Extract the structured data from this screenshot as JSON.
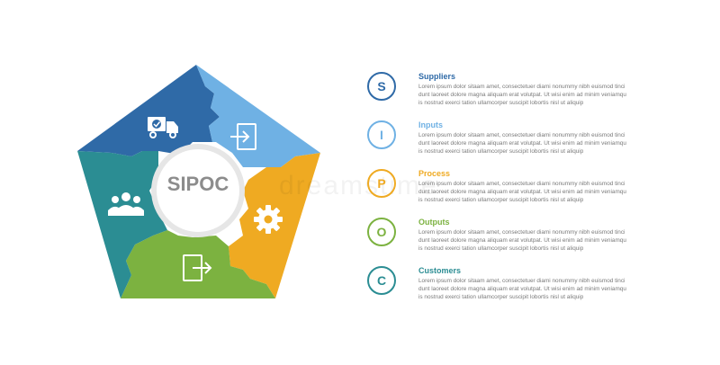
{
  "diagram": {
    "center_label": "SIPOC",
    "segments": [
      {
        "name": "suppliers",
        "color": "#2f6aa7",
        "icon": "delivery-truck-icon"
      },
      {
        "name": "inputs",
        "color": "#6fb1e4",
        "icon": "login-door-icon"
      },
      {
        "name": "process",
        "color": "#efaa22",
        "icon": "gear-icon"
      },
      {
        "name": "outputs",
        "color": "#7cb240",
        "icon": "logout-door-icon"
      },
      {
        "name": "customers",
        "color": "#2b8d93",
        "icon": "users-group-icon"
      }
    ]
  },
  "legend": [
    {
      "letter": "S",
      "title": "Suppliers",
      "color": "#2f6aa7",
      "lines": [
        "Lorem ipsum dolor sitaam amet, consectetuer diami nonummy  nibh euismod tinci",
        "dunt laoreet dolore magna aliquam erat volutpat.  Ut wisi enim ad minim veniamqu",
        "is nostrud exerci tation ullamcorper suscipit lobortis nisl ut aliquip"
      ]
    },
    {
      "letter": "I",
      "title": "Inputs",
      "color": "#6fb1e4",
      "lines": [
        "Lorem ipsum dolor sitaam amet, consectetuer diami nonummy  nibh euismod tinci",
        "dunt laoreet dolore magna aliquam erat volutpat.  Ut wisi enim ad minim veniamqu",
        "is nostrud exerci tation ullamcorper suscipit lobortis nisl ut aliquip"
      ]
    },
    {
      "letter": "P",
      "title": "Process",
      "color": "#efaa22",
      "lines": [
        "Lorem ipsum dolor sitaam amet, consectetuer diami nonummy  nibh euismod tinci",
        "dunt laoreet dolore magna aliquam erat volutpat.  Ut wisi enim ad minim veniamqu",
        "is nostrud exerci tation ullamcorper suscipit lobortis nisl ut aliquip"
      ]
    },
    {
      "letter": "O",
      "title": "Outputs",
      "color": "#7cb240",
      "lines": [
        "Lorem ipsum dolor sitaam amet, consectetuer diami nonummy  nibh euismod tinci",
        "dunt laoreet dolore magna aliquam erat volutpat.  Ut wisi enim ad minim veniamqu",
        "is nostrud exerci tation ullamcorper suscipit lobortis nisl ut aliquip"
      ]
    },
    {
      "letter": "C",
      "title": "Customers",
      "color": "#2b8d93",
      "lines": [
        "Lorem ipsum dolor sitaam amet, consectetuer diami nonummy  nibh euismod tinci",
        "dunt laoreet dolore magna aliquam erat volutpat.  Ut wisi enim ad minim veniamqu",
        "is nostrud exerci tation ullamcorper suscipit lobortis nisl ut aliquip"
      ]
    }
  ]
}
